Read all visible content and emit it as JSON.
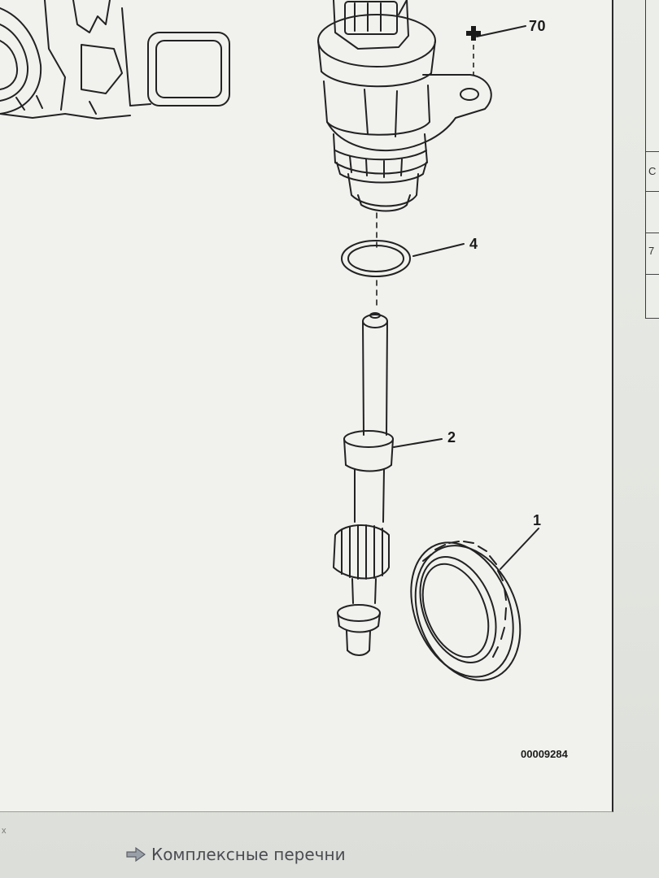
{
  "diagram": {
    "callouts": [
      {
        "id": "70",
        "label": "70"
      },
      {
        "id": "4",
        "label": "4"
      },
      {
        "id": "2",
        "label": "2"
      },
      {
        "id": "1",
        "label": "1"
      }
    ],
    "drawing_number": "00009284"
  },
  "side_table": {
    "row_labels": [
      "С",
      "7"
    ]
  },
  "sidebar_mark": "x",
  "footer_link": {
    "icon": "arrow-right-icon",
    "label": "Комплексные перечни"
  }
}
